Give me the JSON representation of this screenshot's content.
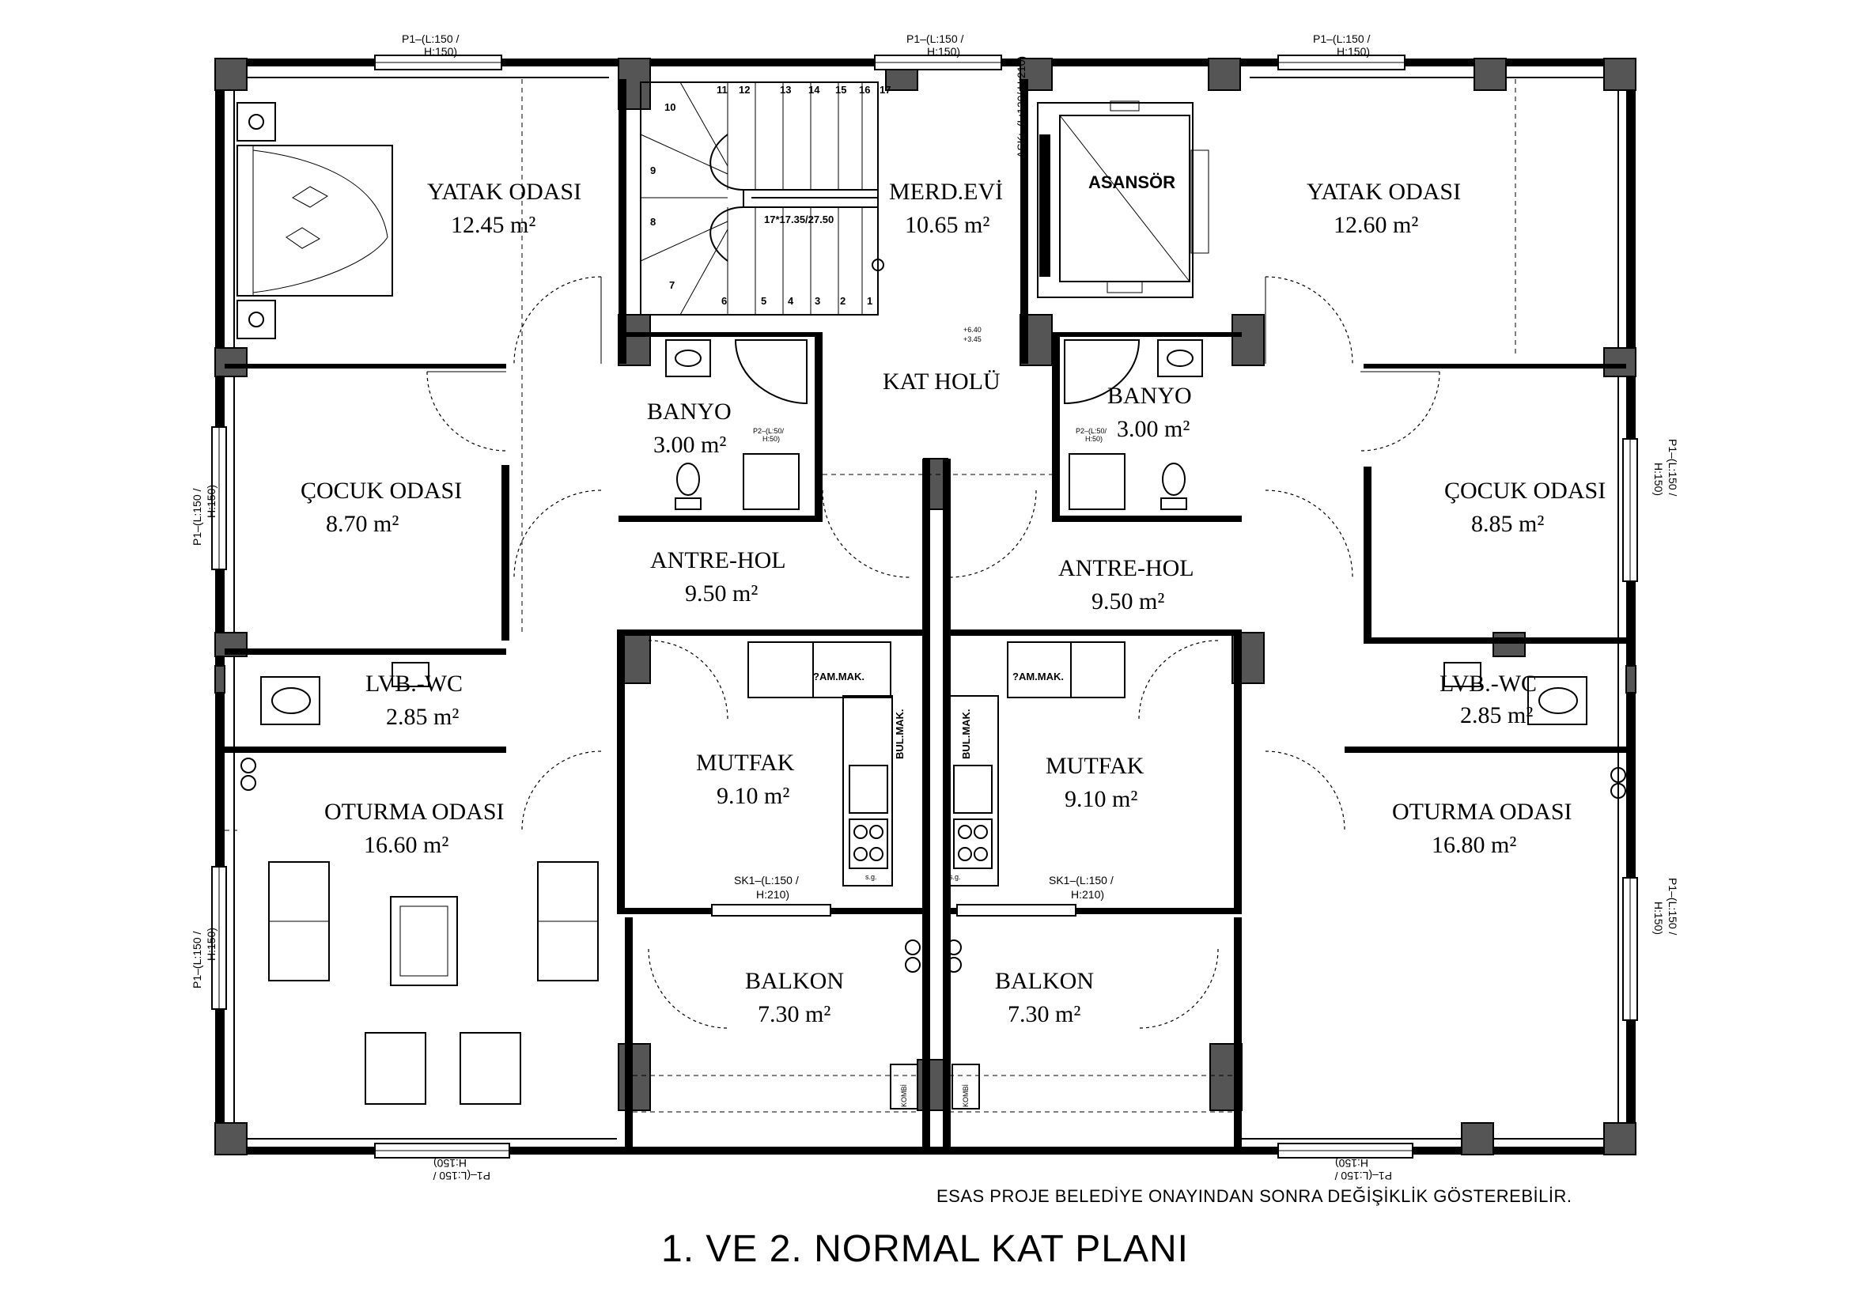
{
  "title": "1. VE 2. NORMAL  KAT PLANI",
  "note": "ESAS PROJE BELEDİYE ONAYINDAN SONRA DEĞİŞİKLİK GÖSTEREBİLİR.",
  "rooms": {
    "yatak_left": {
      "name": "YATAK ODASI",
      "area": "12.45 m²"
    },
    "merdiven": {
      "name": "MERD.EVİ",
      "area": "10.65 m²"
    },
    "asansor": {
      "name": "ASANSÖR"
    },
    "yatak_right": {
      "name": "YATAK ODASI",
      "area": "12.60 m²"
    },
    "kat_holu": {
      "name": "KAT HOLÜ"
    },
    "banyo_left": {
      "name": "BANYO",
      "area": "3.00 m²"
    },
    "banyo_right": {
      "name": "BANYO",
      "area": "3.00 m²"
    },
    "cocuk_left": {
      "name": "ÇOCUK ODASI",
      "area": "8.70 m²"
    },
    "cocuk_right": {
      "name": "ÇOCUK ODASI",
      "area": "8.85 m²"
    },
    "antre_left": {
      "name": "ANTRE-HOL",
      "area": "9.50 m²"
    },
    "antre_right": {
      "name": "ANTRE-HOL",
      "area": "9.50 m²"
    },
    "wc_left": {
      "name": "LVB.-WC",
      "area": "2.85 m²"
    },
    "wc_right": {
      "name": "LVB.-WC",
      "area": "2.85 m²"
    },
    "mutfak_left": {
      "name": "MUTFAK",
      "area": "9.10 m²"
    },
    "mutfak_right": {
      "name": "MUTFAK",
      "area": "9.10 m²"
    },
    "oturma_left": {
      "name": "OTURMA ODASI",
      "area": "16.60 m²"
    },
    "oturma_right": {
      "name": "OTURMA ODASI",
      "area": "16.80 m²"
    },
    "balkon_left": {
      "name": "BALKON",
      "area": "7.30 m²"
    },
    "balkon_right": {
      "name": "BALKON",
      "area": "7.30 m²"
    }
  },
  "stair": {
    "steps": [
      "1",
      "2",
      "3",
      "4",
      "5",
      "6",
      "7",
      "8",
      "9",
      "10",
      "11",
      "12",
      "13",
      "14",
      "15",
      "16",
      "17"
    ],
    "label": "17*17.35/27.50",
    "elev1": "+6.40",
    "elev2": "+3.45"
  },
  "appliances": {
    "washer": "?AM.MAK.",
    "dishwasher": "BUL.MAK."
  },
  "labels": {
    "p1_a": "P1–(L:150 /",
    "p1_b": "H:150)",
    "sk1_a": "SK1–(L:150 /",
    "sk1_b": "H:210)",
    "p2_a": "P2–(L:50/",
    "p2_b": "H:50)",
    "lift_door": "ASK:–(L:120/ H:210)",
    "kombi": "KOMBİ",
    "sg": "s.g."
  }
}
